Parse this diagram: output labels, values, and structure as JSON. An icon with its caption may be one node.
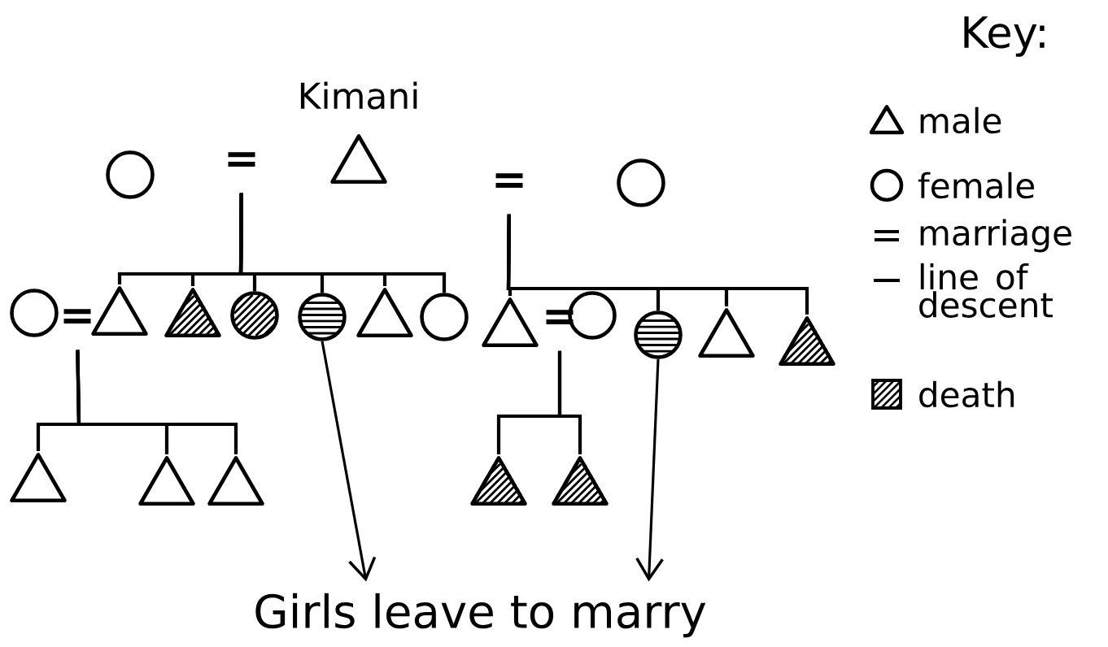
{
  "diagram": {
    "nodes": [
      {
        "text": [],
        "shape": "circle"
      },
      {
        "text": [
          "="
        ]
      },
      {
        "text": [],
        "shape": "triangle",
        "beside": [
          "Kimani"
        ]
      },
      {
        "text": [
          "="
        ]
      },
      {
        "text": [],
        "shape": "circle"
      },
      {
        "text": [],
        "shape": "circle"
      },
      {
        "text": [
          "="
        ]
      },
      {
        "text": [],
        "shape": "triangle"
      },
      {
        "text": [],
        "shape": "triangle"
      },
      {
        "text": [],
        "shape": "circle"
      },
      {
        "text": [],
        "shape": "circle"
      },
      {
        "text": [],
        "shape": "triangle"
      },
      {
        "text": [],
        "shape": "circle"
      },
      {
        "text": [],
        "shape": "triangle"
      },
      {
        "text": [
          "="
        ]
      },
      {
        "text": [],
        "shape": "circle"
      },
      {
        "text": [],
        "shape": "circle"
      },
      {
        "text": [],
        "shape": "triangle"
      },
      {
        "text": [],
        "shape": "triangle"
      },
      {
        "text": [],
        "shape": "triangle"
      },
      {
        "text": [],
        "shape": "triangle"
      },
      {
        "text": [],
        "shape": "triangle"
      },
      {
        "text": [],
        "shape": "triangle"
      },
      {
        "text": [],
        "shape": "triangle"
      },
      {
        "text": [
          "Girls leave to marry"
        ]
      }
    ],
    "edges": [
      {
        "from": 1,
        "to": 7,
        "arrow": "none"
      },
      {
        "from": 1,
        "to": 8,
        "arrow": "none"
      },
      {
        "from": 1,
        "to": 9,
        "arrow": "none"
      },
      {
        "from": 1,
        "to": 10,
        "arrow": "none"
      },
      {
        "from": 1,
        "to": 11,
        "arrow": "none"
      },
      {
        "from": 1,
        "to": 12,
        "arrow": "none"
      },
      {
        "from": 3,
        "to": 13,
        "arrow": "none"
      },
      {
        "from": 3,
        "to": 16,
        "arrow": "none"
      },
      {
        "from": 3,
        "to": 17,
        "arrow": "none"
      },
      {
        "from": 3,
        "to": 18,
        "arrow": "none"
      },
      {
        "from": 6,
        "to": 19,
        "arrow": "none"
      },
      {
        "from": 6,
        "to": 20,
        "arrow": "none"
      },
      {
        "from": 6,
        "to": 21,
        "arrow": "none"
      },
      {
        "from": 14,
        "to": 22,
        "arrow": "none"
      },
      {
        "from": 14,
        "to": 23,
        "arrow": "none"
      },
      {
        "from": 10,
        "to": 24,
        "arrow": "to"
      },
      {
        "from": 16,
        "to": 24,
        "arrow": "to"
      }
    ],
    "labels": [
      "Key:"
    ],
    "legend": [
      {
        "text": "male"
      },
      {
        "text": "female"
      },
      {
        "text": "marriage"
      },
      {
        "text": "line of descent"
      },
      {
        "text": "death"
      }
    ]
  }
}
